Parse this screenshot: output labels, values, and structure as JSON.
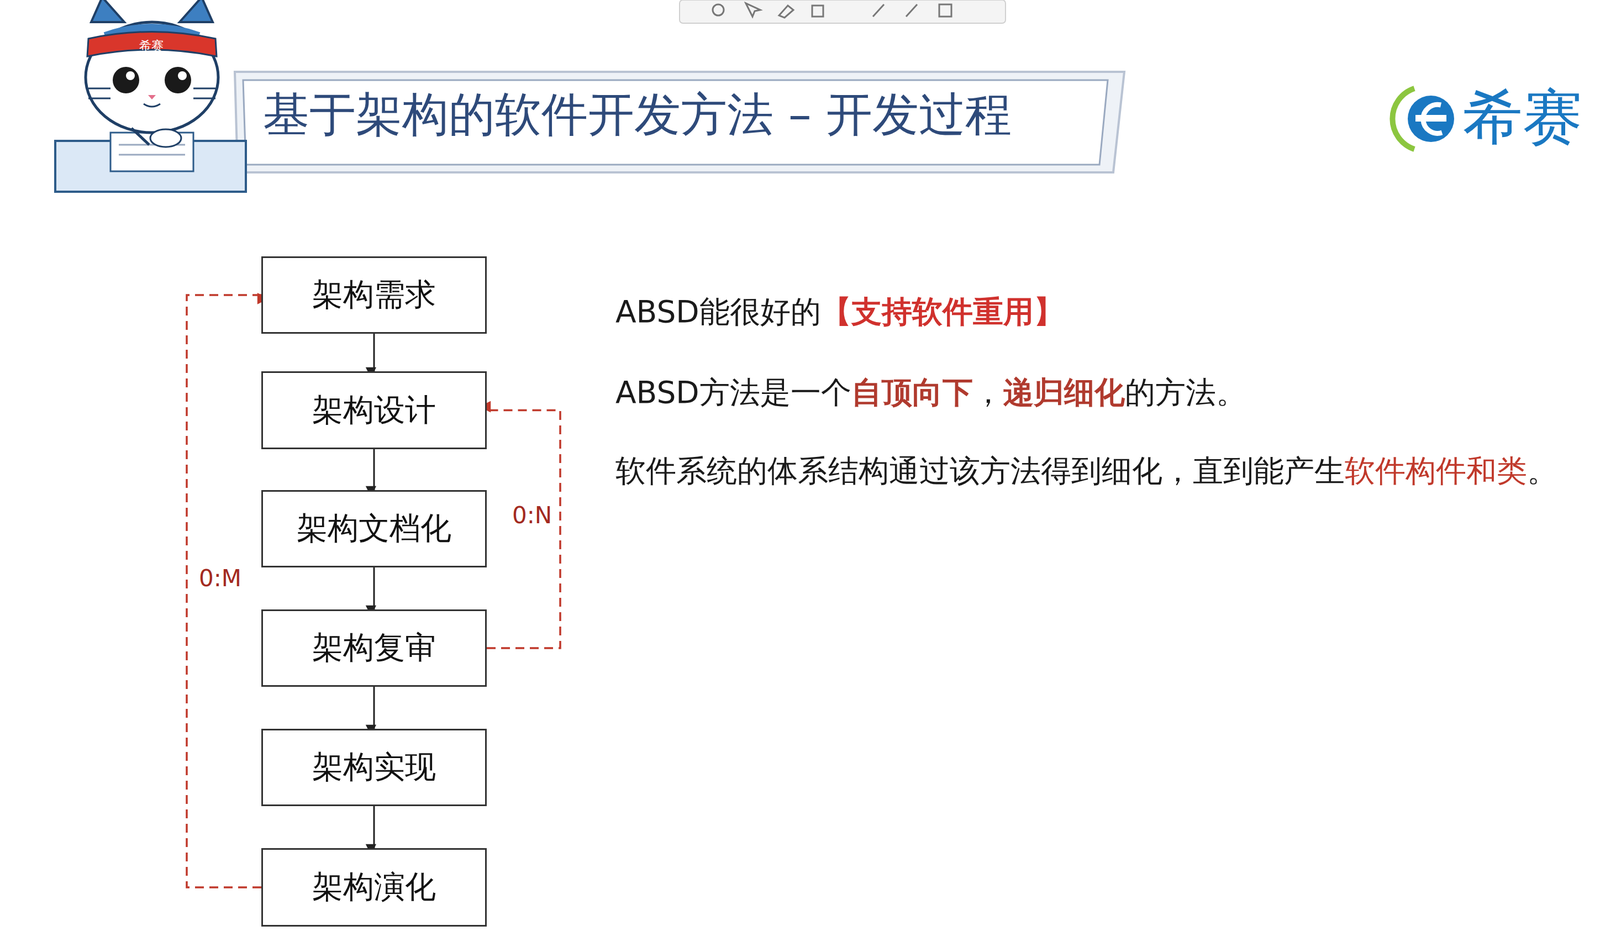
{
  "diagram": {
    "title": "基于架构的软件开发方法 – 开发过程",
    "nodes": [
      {
        "text": [
          "架构需求"
        ]
      },
      {
        "text": [
          "架构设计"
        ]
      },
      {
        "text": [
          "架构文档化"
        ]
      },
      {
        "text": [
          "架构复审"
        ]
      },
      {
        "text": [
          "架构实现"
        ]
      },
      {
        "text": [
          "架构演化"
        ]
      }
    ],
    "edges": [
      {
        "from": 0,
        "to": 1,
        "arrow": "to"
      },
      {
        "from": 1,
        "to": 2,
        "arrow": "to"
      },
      {
        "from": 2,
        "to": 3,
        "arrow": "to"
      },
      {
        "from": 3,
        "to": 4,
        "arrow": "to"
      },
      {
        "from": 4,
        "to": 5,
        "arrow": "to"
      },
      {
        "from": 3,
        "to": 1,
        "label": "0:N",
        "arrow": "to"
      },
      {
        "from": 5,
        "to": 0,
        "label": "0:M",
        "arrow": "to"
      }
    ],
    "labels": [
      "ABSD能很好的",
      "【支持软件重用】",
      "ABSD方法是一个",
      "自顶向下",
      "，",
      "递归细化",
      "的方法。",
      "软件系统的体系结构通过该方法得到细化，直到能产生",
      "软件构件和类",
      "。",
      "希赛",
      "希赛"
    ]
  }
}
